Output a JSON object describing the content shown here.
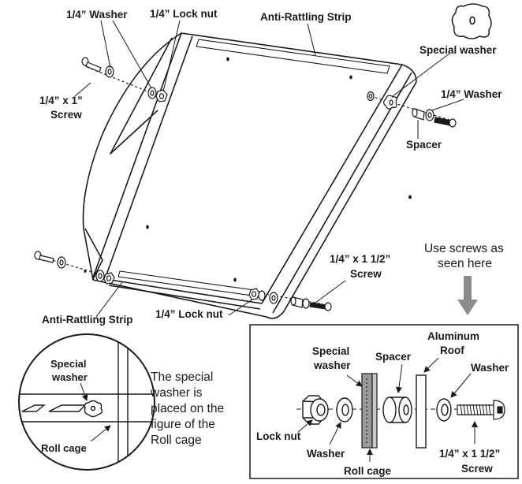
{
  "colors": {
    "line": "#1a1a1a",
    "gray_part": "#9a9a9a",
    "arrow": "#8c8c8c"
  },
  "labels": {
    "washer_top_left": "1/4” Washer",
    "lock_nut_top": "1/4” Lock nut",
    "anti_rattling_top": "Anti-Rattling Strip",
    "special_washer_top": "Special washer",
    "washer_right": "1/4” Washer",
    "spacer_right": "Spacer",
    "screw_left_l1": "1/4” x 1”",
    "screw_left_l2": "Screw",
    "screw_long_l1": "1/4” x 1 1/2”",
    "screw_long_l2": "Screw",
    "lock_nut_bottom": "1/4” Lock nut",
    "anti_rattling_bottom": "Anti-Rattling Strip",
    "use_screws_l1": "Use screws as",
    "use_screws_l2": "seen here"
  },
  "inset": {
    "special_washer_l1": "Special",
    "special_washer_l2": "washer",
    "roll_cage": "Roll cage",
    "note_lines": [
      "The special",
      "washer is",
      "placed on the",
      "figure of the",
      "Roll cage"
    ]
  },
  "detail": {
    "special_washer_l1": "Special",
    "special_washer_l2": "washer",
    "spacer": "Spacer",
    "aluminum_l1": "Aluminum",
    "aluminum_l2": "Roof",
    "washer_right": "Washer",
    "lock_nut": "Lock nut",
    "washer_left": "Washer",
    "roll_cage": "Roll cage",
    "screw_l1": "1/4” x 1 1/2”",
    "screw_l2": "Screw"
  }
}
